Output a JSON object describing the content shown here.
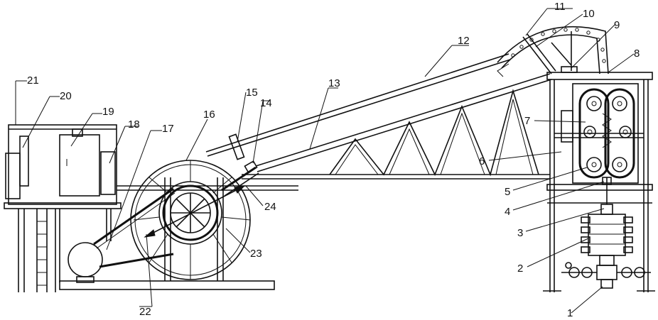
{
  "callouts": [
    {
      "id": "c1",
      "text": "1"
    },
    {
      "id": "c2",
      "text": "2"
    },
    {
      "id": "c3",
      "text": "3"
    },
    {
      "id": "c4",
      "text": "4"
    },
    {
      "id": "c5",
      "text": "5"
    },
    {
      "id": "c6",
      "text": "6"
    },
    {
      "id": "c7",
      "text": "7"
    },
    {
      "id": "c8",
      "text": "8"
    },
    {
      "id": "c9",
      "text": "9"
    },
    {
      "id": "c10",
      "text": "10"
    },
    {
      "id": "c11",
      "text": "11"
    },
    {
      "id": "c12",
      "text": "12"
    },
    {
      "id": "c13",
      "text": "13"
    },
    {
      "id": "c14",
      "text": "14"
    },
    {
      "id": "c15",
      "text": "15"
    },
    {
      "id": "c16",
      "text": "16"
    },
    {
      "id": "c17",
      "text": "17"
    },
    {
      "id": "c18",
      "text": "18"
    },
    {
      "id": "c19",
      "text": "19"
    },
    {
      "id": "c20",
      "text": "20"
    },
    {
      "id": "c21",
      "text": "21"
    },
    {
      "id": "c22",
      "text": "22"
    },
    {
      "id": "c23",
      "text": "23"
    },
    {
      "id": "c24",
      "text": "24"
    }
  ]
}
